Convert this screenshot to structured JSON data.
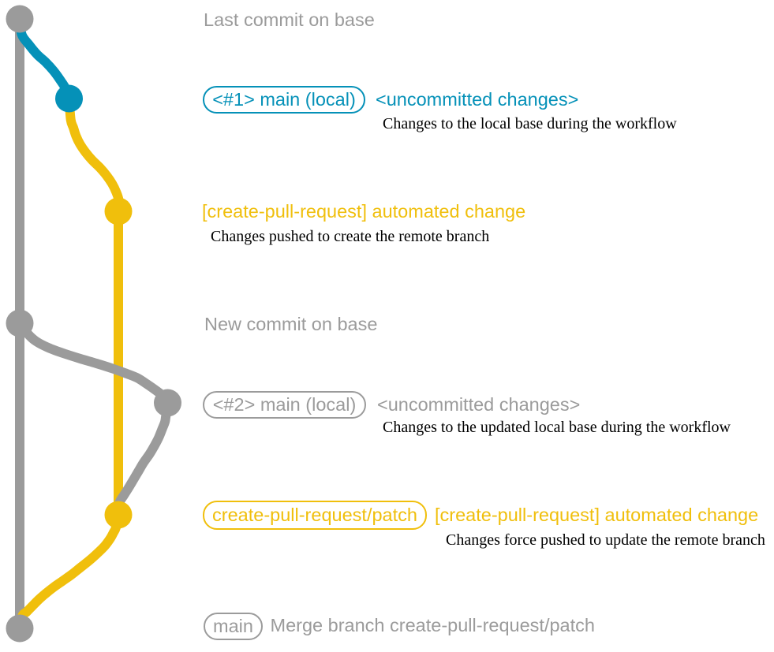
{
  "colors": {
    "bg": "#ffffff",
    "base": "#9b9b9b",
    "local": "#0591b8",
    "patch": "#f0bf0c",
    "desc": "#000000"
  },
  "diagram": {
    "type": "git-graph",
    "branches": [
      {
        "name": "base",
        "color_key": "base"
      },
      {
        "name": "main (local)",
        "color_key": "local"
      },
      {
        "name": "create-pull-request/patch",
        "color_key": "patch"
      }
    ],
    "commits": [
      {
        "id": "base-1",
        "branch": "base",
        "note": "Last commit on base"
      },
      {
        "id": "local-1",
        "branch": "main (local)",
        "label": "<#1> main (local)",
        "tag": "<uncommitted changes>",
        "description": "Changes to the local base during the workflow"
      },
      {
        "id": "patch-1",
        "branch": "create-pull-request/patch",
        "message": "[create-pull-request] automated change",
        "description": "Changes pushed to create the remote branch"
      },
      {
        "id": "base-2",
        "branch": "base",
        "note": "New commit on base"
      },
      {
        "id": "local-2",
        "branch": "main (local)",
        "label": "<#2> main (local)",
        "tag": "<uncommitted changes>",
        "description": "Changes to the updated local base during the workflow"
      },
      {
        "id": "patch-2",
        "branch": "create-pull-request/patch",
        "label": "create-pull-request/patch",
        "message": "[create-pull-request] automated change",
        "description": "Changes force pushed to update the remote branch"
      },
      {
        "id": "base-3",
        "branch": "base",
        "label": "main",
        "note": "Merge branch create-pull-request/patch"
      }
    ]
  },
  "rows": {
    "r1": {
      "note": "Last commit on base"
    },
    "r2": {
      "label": "<#1> main (local)",
      "tag": "<uncommitted changes>",
      "desc": "Changes to the local base during the workflow"
    },
    "r3": {
      "msg": "[create-pull-request] automated change",
      "desc": "Changes pushed to create the remote branch"
    },
    "r4": {
      "note": "New commit on base"
    },
    "r5": {
      "label": "<#2> main (local)",
      "tag": "<uncommitted changes>",
      "desc": "Changes to the updated local base during the workflow"
    },
    "r6": {
      "label": "create-pull-request/patch",
      "msg": "[create-pull-request] automated change",
      "desc": "Changes force pushed to update the remote branch"
    },
    "r7": {
      "label": "main",
      "note": "Merge branch create-pull-request/patch"
    }
  }
}
